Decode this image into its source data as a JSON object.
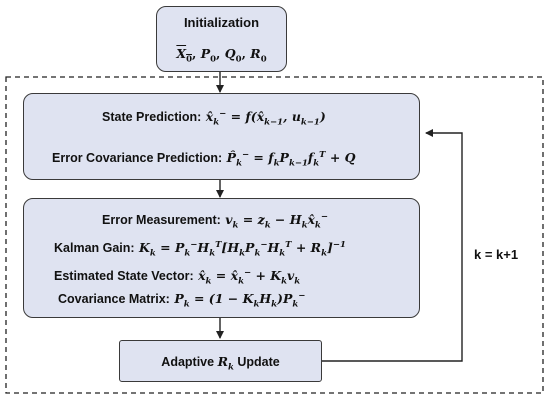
{
  "init": {
    "title": "Initialization",
    "vars": [
      "X",
      "P",
      "Q",
      "R"
    ],
    "subscript": "0"
  },
  "prediction": {
    "state_label": "State  Prediction:",
    "cov_label": "Error Covariance Prediction:"
  },
  "update": {
    "meas_label": "Error Measurement:",
    "gain_label": "Kalman Gain:",
    "est_label": "Estimated State Vector:",
    "cov_label": "Covariance Matrix:"
  },
  "adaptive": {
    "prefix": "Adaptive ",
    "var": "R",
    "sub": "k",
    "suffix": " Update"
  },
  "loop_label": "k = k+1",
  "colors": {
    "box_fill": "#dfe3f1",
    "border": "#3a3a3a"
  }
}
